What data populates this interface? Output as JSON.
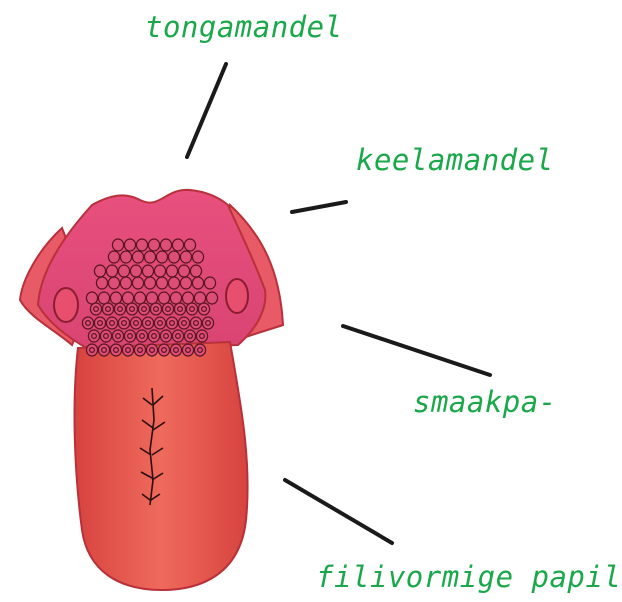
{
  "colors": {
    "label": "#1aa84a",
    "leader_line": "#1a1a1a",
    "tongue_body": "#e8554d",
    "tongue_root": "#e2507d",
    "tongue_edge": "#b8303a",
    "papillae": "#d44a6e"
  },
  "labels": {
    "tongamandel": "tongamandel",
    "keelamandel": "keelamandel",
    "smaakpapil": "smaakpa-",
    "filivormige_papil": "filivormige papil"
  }
}
